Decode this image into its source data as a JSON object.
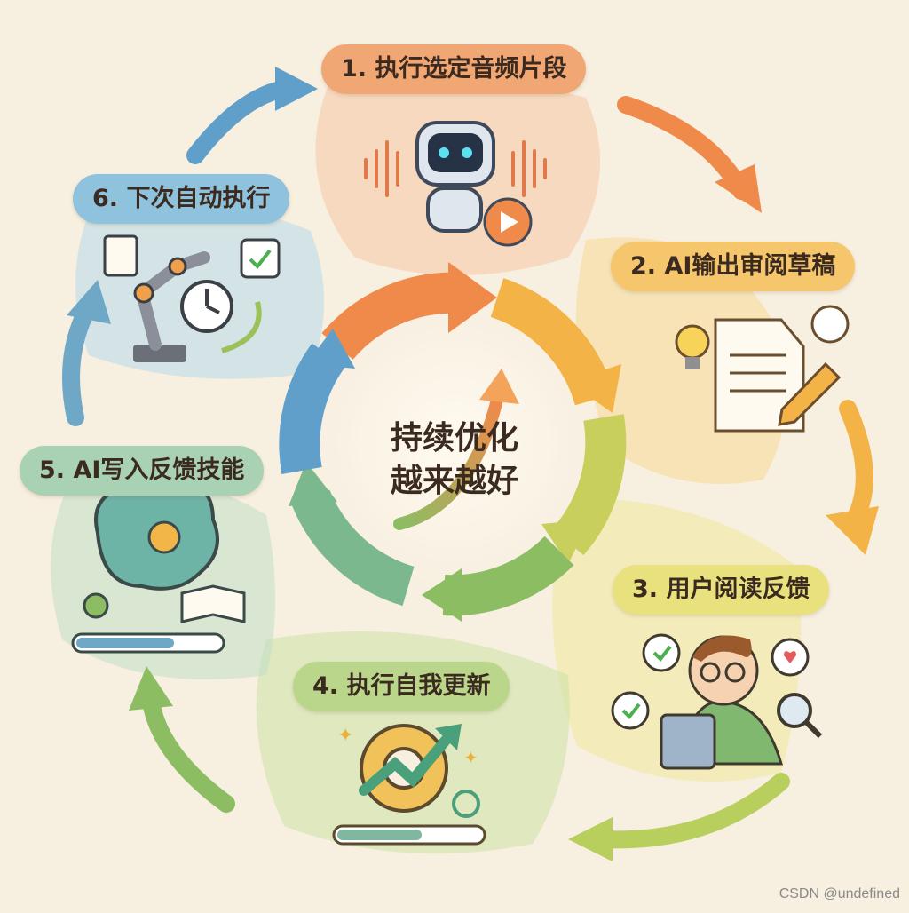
{
  "steps": [
    {
      "label": "1. 执行选定音频片段",
      "color": "#f1a774",
      "icon": "robot-speaker-icon"
    },
    {
      "label": "2. AI输出审阅草稿",
      "color": "#f6c66d",
      "icon": "draft-document-pencil-icon"
    },
    {
      "label": "3. 用户阅读反馈",
      "color": "#e9e07e",
      "icon": "user-reading-tablet-icon"
    },
    {
      "label": "4. 执行自我更新",
      "color": "#b9d68a",
      "icon": "gear-growth-arrow-icon"
    },
    {
      "label": "5. AI写入反馈技能",
      "color": "#a9d1b4",
      "icon": "brain-gears-book-icon"
    },
    {
      "label": "6. 下次自动执行",
      "color": "#8ec2dd",
      "icon": "robot-arm-clock-icon"
    }
  ],
  "center": {
    "line1": "持续优化",
    "line2": "越来越好"
  },
  "watermark": "CSDN @undefined",
  "colors": {
    "background": "#f7efe0",
    "orange": "#f08a4b",
    "amber": "#f4b347",
    "yellow": "#e6d253",
    "green": "#8dbd63",
    "teal": "#7cb88d",
    "blue": "#5f9fc9"
  }
}
